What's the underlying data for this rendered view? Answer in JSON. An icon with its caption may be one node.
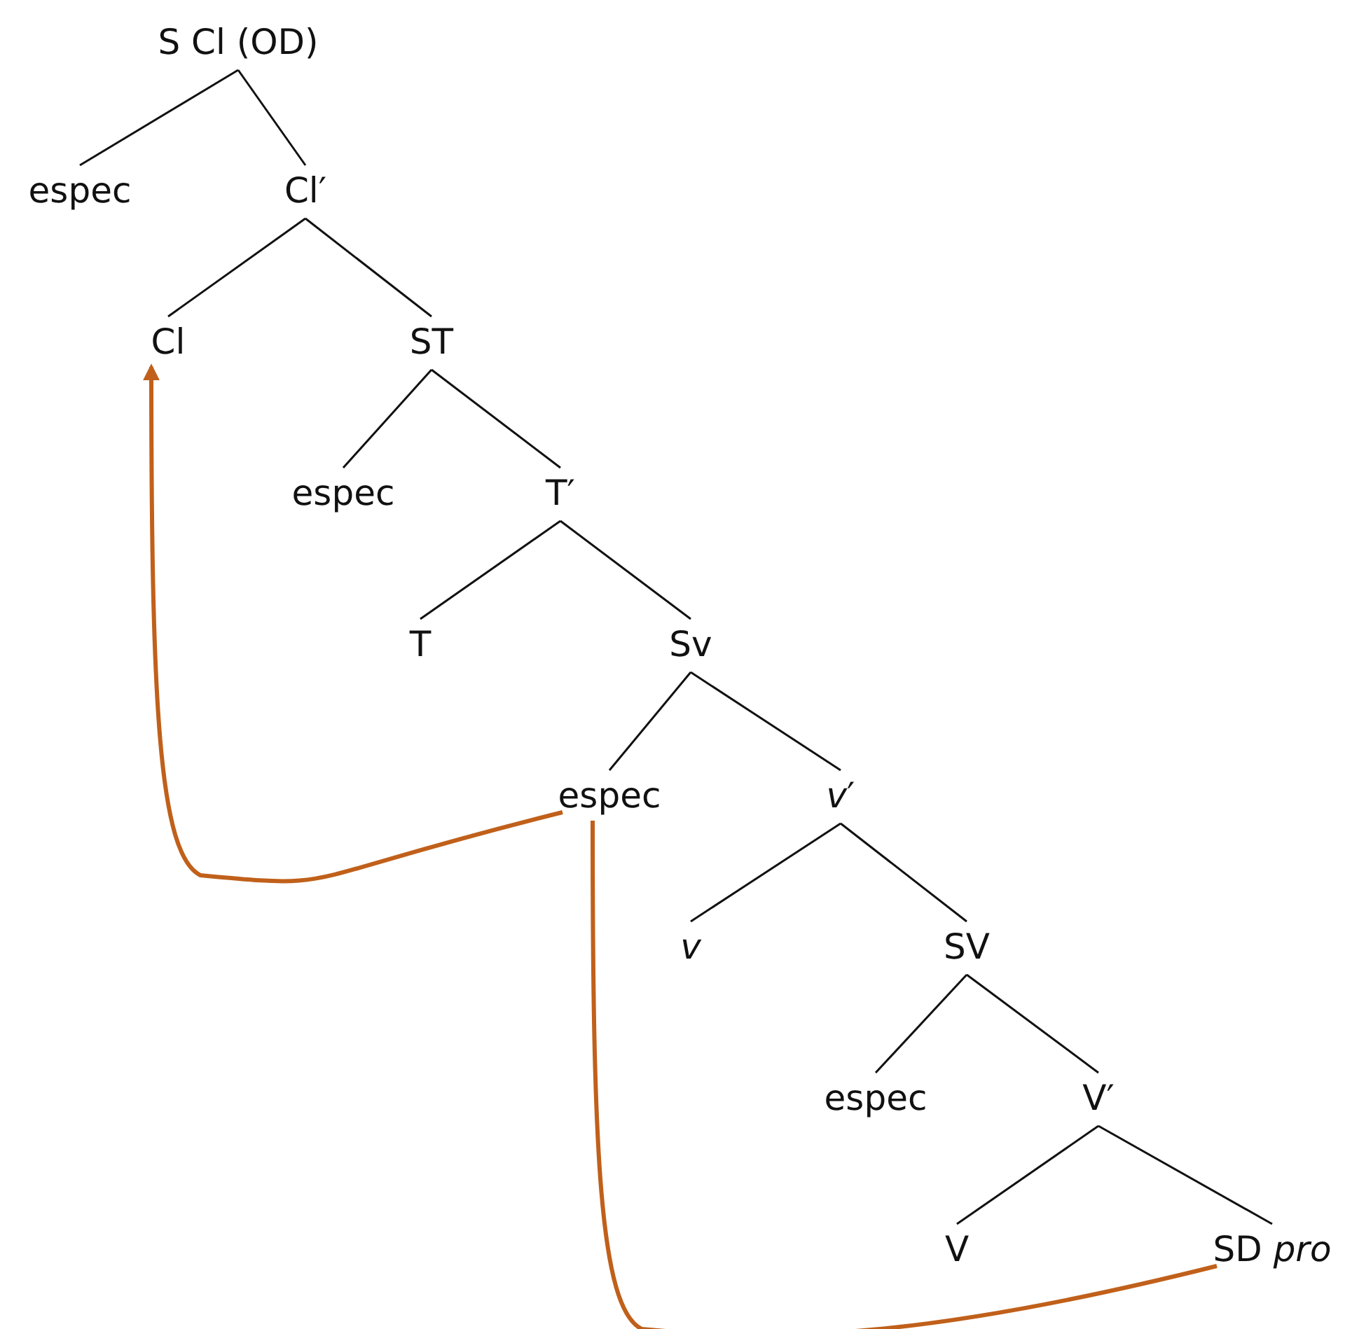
{
  "diagram": {
    "nodes": [
      {
        "text": [
          "S Cl (OD)"
        ]
      },
      {
        "text": [
          "espec"
        ]
      },
      {
        "text": [
          "Cl′"
        ]
      },
      {
        "text": [
          "Cl"
        ]
      },
      {
        "text": [
          "ST"
        ]
      },
      {
        "text": [
          "espec"
        ]
      },
      {
        "text": [
          "T′"
        ]
      },
      {
        "text": [
          "T"
        ]
      },
      {
        "text": [
          "Sv"
        ]
      },
      {
        "text": [
          "espec"
        ]
      },
      {
        "text": [
          "*v*′"
        ]
      },
      {
        "text": [
          "*v*"
        ]
      },
      {
        "text": [
          "SV"
        ]
      },
      {
        "text": [
          "espec"
        ]
      },
      {
        "text": [
          "V′"
        ]
      },
      {
        "text": [
          "V"
        ]
      },
      {
        "text": [
          "SD *pro*"
        ]
      }
    ],
    "edges": [
      {
        "from": 0,
        "to": 1,
        "arrow": "none"
      },
      {
        "from": 0,
        "to": 2,
        "arrow": "none"
      },
      {
        "from": 2,
        "to": 3,
        "arrow": "none"
      },
      {
        "from": 2,
        "to": 4,
        "arrow": "none"
      },
      {
        "from": 4,
        "to": 5,
        "arrow": "none"
      },
      {
        "from": 4,
        "to": 6,
        "arrow": "none"
      },
      {
        "from": 6,
        "to": 7,
        "arrow": "none"
      },
      {
        "from": 6,
        "to": 8,
        "arrow": "none"
      },
      {
        "from": 8,
        "to": 9,
        "arrow": "none"
      },
      {
        "from": 8,
        "to": 10,
        "arrow": "none"
      },
      {
        "from": 10,
        "to": 11,
        "arrow": "none"
      },
      {
        "from": 10,
        "to": 12,
        "arrow": "none"
      },
      {
        "from": 12,
        "to": 13,
        "arrow": "none"
      },
      {
        "from": 12,
        "to": 14,
        "arrow": "none"
      },
      {
        "from": 14,
        "to": 15,
        "arrow": "none"
      },
      {
        "from": 14,
        "to": 16,
        "arrow": "none"
      },
      {
        "from": 16,
        "to": 9,
        "arrow": "none",
        "style": "thick",
        "color": "#c0601a"
      },
      {
        "from": 9,
        "to": 3,
        "arrow": "to",
        "style": "thick",
        "color": "#c0601a"
      }
    ]
  }
}
